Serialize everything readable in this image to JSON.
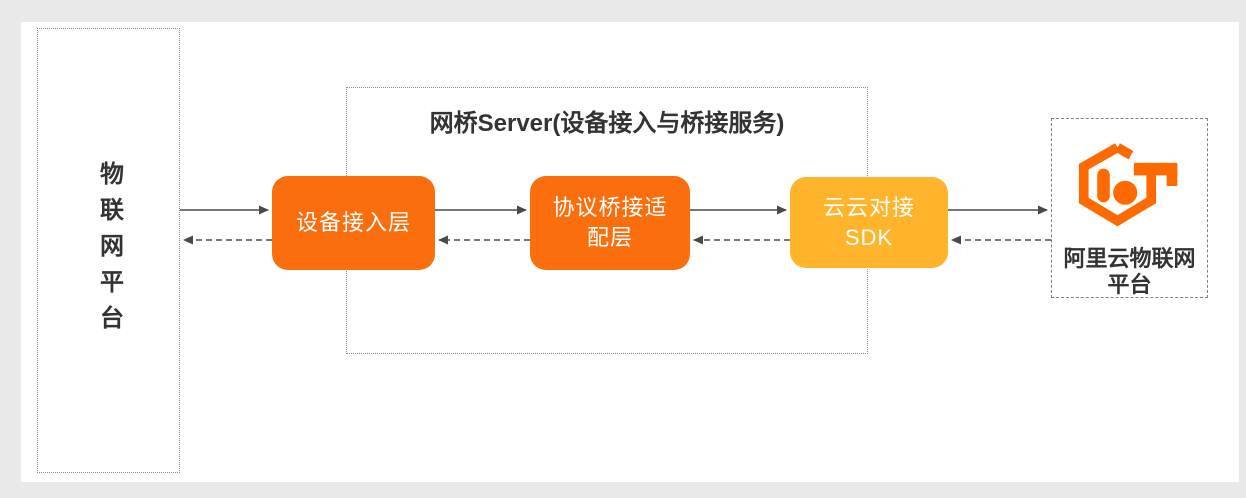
{
  "page": {
    "background_color": "#E9E9E9",
    "canvas_color": "#FFFFFF"
  },
  "colors": {
    "node_orange": "#FB6E0E",
    "node_amber": "#FFB42B",
    "logo_orange": "#FF6A00",
    "arrow_gray": "#4A4A4A",
    "text_dark": "#333333",
    "dashed_border_gray": "#8C8C8C"
  },
  "left_platform": {
    "label": "物联网平台"
  },
  "bridge_server": {
    "title": "网桥Server(设备接入与桥接服务)",
    "nodes": {
      "device_access": {
        "label": "设备接入层"
      },
      "protocol_adapter": {
        "line1": "协议桥接适",
        "line2": "配层"
      },
      "cloud_sdk": {
        "line1": "云云对接",
        "line2": "SDK"
      }
    }
  },
  "aliyun_platform": {
    "line1": "阿里云物联网",
    "line2": "平台",
    "logo_icon": "aliyun-iot-hexagon-logo"
  },
  "connections": [
    {
      "from": "iot-platform",
      "to": "device-access-layer",
      "style": "solid",
      "direction": "right"
    },
    {
      "from": "device-access-layer",
      "to": "iot-platform",
      "style": "dashed",
      "direction": "left"
    },
    {
      "from": "device-access-layer",
      "to": "protocol-bridge-adapter-layer",
      "style": "solid",
      "direction": "right"
    },
    {
      "from": "protocol-bridge-adapter-layer",
      "to": "device-access-layer",
      "style": "dashed",
      "direction": "left"
    },
    {
      "from": "protocol-bridge-adapter-layer",
      "to": "cloud-cloud-sdk",
      "style": "solid",
      "direction": "right"
    },
    {
      "from": "cloud-cloud-sdk",
      "to": "protocol-bridge-adapter-layer",
      "style": "dashed",
      "direction": "left"
    },
    {
      "from": "cloud-cloud-sdk",
      "to": "aliyun-iot-platform",
      "style": "solid",
      "direction": "right"
    },
    {
      "from": "aliyun-iot-platform",
      "to": "cloud-cloud-sdk",
      "style": "dashed",
      "direction": "left"
    }
  ]
}
